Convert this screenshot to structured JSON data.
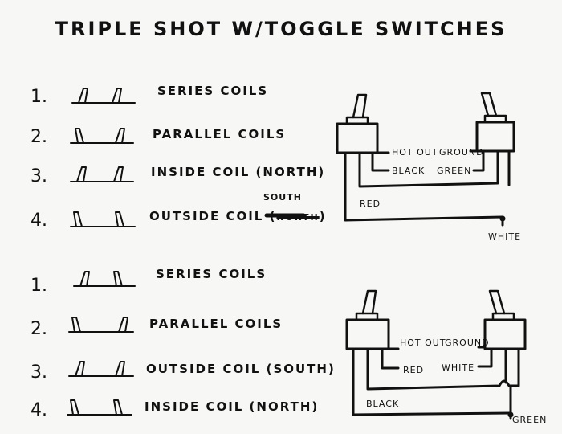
{
  "title": "TRIPLE SHOT W/TOGGLE SWITCHES",
  "group1": {
    "items": [
      {
        "num": "1.",
        "label": "SERIES COILS"
      },
      {
        "num": "2.",
        "label": "PARALLEL COILS"
      },
      {
        "num": "3.",
        "label": "INSIDE COIL (NORTH)"
      },
      {
        "num": "4.",
        "label": "OUTSIDE COIL (",
        "label_end": ")",
        "struck": "NORTH",
        "replacement": "SOUTH"
      }
    ]
  },
  "group2": {
    "items": [
      {
        "num": "1.",
        "label": "SERIES COILS"
      },
      {
        "num": "2.",
        "label": "PARALLEL COILS"
      },
      {
        "num": "3.",
        "label": "OUTSIDE COIL (SOUTH)"
      },
      {
        "num": "4.",
        "label": "INSIDE COIL (NORTH)"
      }
    ]
  },
  "diagram1": {
    "hot_out": "HOT OUT",
    "ground": "GROUND",
    "black": "BLACK",
    "green": "GREEN",
    "red": "RED",
    "white": "WHITE"
  },
  "diagram2": {
    "hot_out": "HOT OUT",
    "ground": "GROUND",
    "red": "RED",
    "white": "WHITE",
    "black": "BLACK",
    "green": "GREEN"
  }
}
